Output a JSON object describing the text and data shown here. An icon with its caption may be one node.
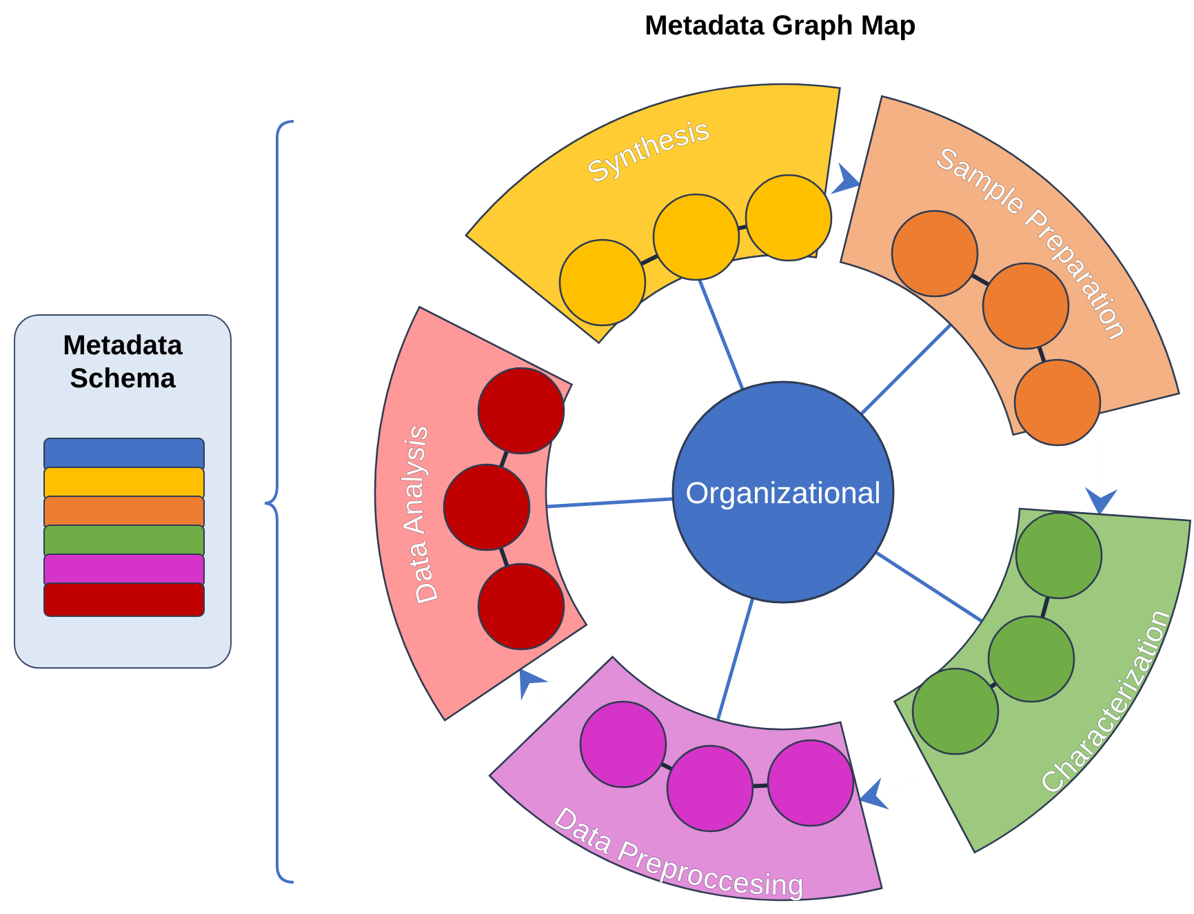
{
  "diagram": {
    "title": "Metadata Graph Map",
    "nodes": [
      {
        "text": [
          "Metadata Schema"
        ]
      },
      {
        "text": [
          "Organizational"
        ]
      },
      {
        "text": [
          "Synthesis"
        ]
      },
      {
        "text": [],
        "shape": "circle",
        "in": 2
      },
      {
        "text": [],
        "shape": "circle",
        "in": 2
      },
      {
        "text": [],
        "shape": "circle",
        "in": 2
      },
      {
        "text": [
          "Sample Preparation"
        ]
      },
      {
        "text": [],
        "shape": "circle",
        "in": 6
      },
      {
        "text": [],
        "shape": "circle",
        "in": 6
      },
      {
        "text": [],
        "shape": "circle",
        "in": 6
      },
      {
        "text": [
          "Characterization"
        ]
      },
      {
        "text": [],
        "shape": "circle",
        "in": 10
      },
      {
        "text": [],
        "shape": "circle",
        "in": 10
      },
      {
        "text": [],
        "shape": "circle",
        "in": 10
      },
      {
        "text": [
          "Data Preproccesing"
        ]
      },
      {
        "text": [],
        "shape": "circle",
        "in": 14
      },
      {
        "text": [],
        "shape": "circle",
        "in": 14
      },
      {
        "text": [],
        "shape": "circle",
        "in": 14
      },
      {
        "text": [
          "Data Analysis"
        ]
      },
      {
        "text": [],
        "shape": "circle",
        "in": 18
      },
      {
        "text": [],
        "shape": "circle",
        "in": 18
      },
      {
        "text": [],
        "shape": "circle",
        "in": 18
      }
    ],
    "edges": [
      {
        "from": 1,
        "to": 2,
        "arrow": "none",
        "color": "#4472c4"
      },
      {
        "from": 1,
        "to": 6,
        "arrow": "none",
        "color": "#4472c4"
      },
      {
        "from": 1,
        "to": 10,
        "arrow": "none",
        "color": "#4472c4"
      },
      {
        "from": 1,
        "to": 14,
        "arrow": "none",
        "color": "#4472c4"
      },
      {
        "from": 1,
        "to": 18,
        "arrow": "none",
        "color": "#4472c4"
      },
      {
        "from": 3,
        "to": 4,
        "arrow": "none"
      },
      {
        "from": 4,
        "to": 5,
        "arrow": "none"
      },
      {
        "from": 7,
        "to": 8,
        "arrow": "none"
      },
      {
        "from": 8,
        "to": 9,
        "arrow": "none"
      },
      {
        "from": 11,
        "to": 12,
        "arrow": "none"
      },
      {
        "from": 12,
        "to": 13,
        "arrow": "none"
      },
      {
        "from": 15,
        "to": 16,
        "arrow": "none"
      },
      {
        "from": 16,
        "to": 17,
        "arrow": "none"
      },
      {
        "from": 19,
        "to": 20,
        "arrow": "none"
      },
      {
        "from": 20,
        "to": 21,
        "arrow": "none"
      },
      {
        "from": 2,
        "to": 6,
        "arrow": "to",
        "color": "#4472c4"
      },
      {
        "from": 6,
        "to": 10,
        "arrow": "to",
        "color": "#4472c4"
      },
      {
        "from": 10,
        "to": 14,
        "arrow": "to",
        "color": "#4472c4"
      },
      {
        "from": 14,
        "to": 18,
        "arrow": "to",
        "color": "#4472c4"
      }
    ]
  }
}
